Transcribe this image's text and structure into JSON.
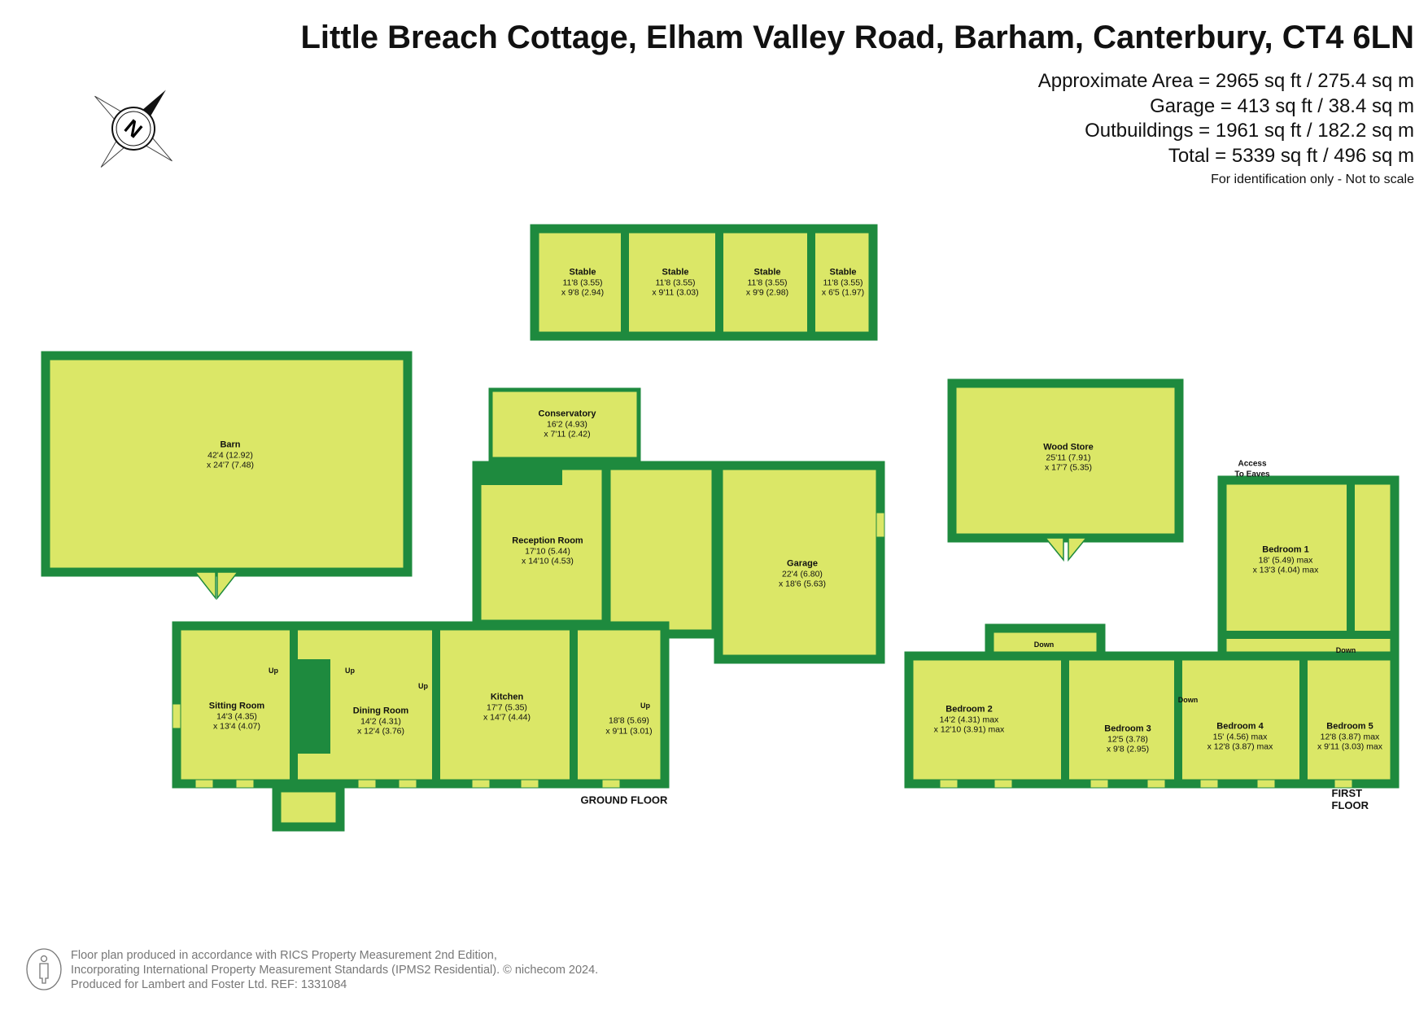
{
  "header": {
    "title": "Little Breach Cottage, Elham Valley Road, Barham, Canterbury, CT4 6LN",
    "areas": [
      "Approximate Area = 2965 sq ft / 275.4 sq m",
      "Garage = 413 sq ft / 38.4 sq m",
      "Outbuildings = 1961 sq ft / 182.2 sq m",
      "Total = 5339 sq ft / 496 sq m"
    ],
    "note": "For identification only - Not to scale"
  },
  "compass": {
    "icon": "north-compass-icon",
    "letter": "N"
  },
  "colors": {
    "wall": "#1e8a3e",
    "floor": "#dbe767"
  },
  "rooms": [
    {
      "name": "Barn",
      "dim1": "42'4 (12.92)",
      "dim2": "x 24'7 (7.48)"
    },
    {
      "name": "Stable",
      "dim1": "11'8 (3.55)",
      "dim2": "x 9'8 (2.94)"
    },
    {
      "name": "Stable",
      "dim1": "11'8 (3.55)",
      "dim2": "x 9'11 (3.03)"
    },
    {
      "name": "Stable",
      "dim1": "11'8 (3.55)",
      "dim2": "x 9'9 (2.98)"
    },
    {
      "name": "Stable",
      "dim1": "11'8 (3.55)",
      "dim2": "x 6'5 (1.97)"
    },
    {
      "name": "Conservatory",
      "dim1": "16'2 (4.93)",
      "dim2": "x 7'11 (2.42)"
    },
    {
      "name": "Reception Room",
      "dim1": "17'10 (5.44)",
      "dim2": "x 14'10 (4.53)"
    },
    {
      "name": "Garage",
      "dim1": "22'4 (6.80)",
      "dim2": "x 18'6 (5.63)"
    },
    {
      "name": "Sitting Room",
      "dim1": "14'3 (4.35)",
      "dim2": "x 13'4 (4.07)"
    },
    {
      "name": "Dining Room",
      "dim1": "14'2 (4.31)",
      "dim2": "x 12'4 (3.76)"
    },
    {
      "name": "Kitchen",
      "dim1": "17'7 (5.35)",
      "dim2": "x 14'7 (4.44)"
    },
    {
      "name": "",
      "dim1": "18'8 (5.69)",
      "dim2": "x 9'11 (3.01)"
    },
    {
      "name": "Wood Store",
      "dim1": "25'11 (7.91)",
      "dim2": "x 17'7 (5.35)"
    },
    {
      "name": "Bedroom 1",
      "dim1": "18' (5.49) max",
      "dim2": "x 13'3 (4.04) max"
    },
    {
      "name": "Bedroom 2",
      "dim1": "14'2 (4.31) max",
      "dim2": "x 12'10 (3.91) max"
    },
    {
      "name": "Bedroom 3",
      "dim1": "12'5 (3.78)",
      "dim2": "x 9'8 (2.95)"
    },
    {
      "name": "Bedroom 4",
      "dim1": "15' (4.56) max",
      "dim2": "x 12'8 (3.87) max"
    },
    {
      "name": "Bedroom 5",
      "dim1": "12'8 (3.87) max",
      "dim2": "x 9'11 (3.03) max"
    }
  ],
  "stairs": [
    "Up",
    "Up",
    "Up",
    "Up",
    "Down",
    "Down",
    "Down"
  ],
  "access_eaves": [
    "Access",
    "To Eaves"
  ],
  "floors": {
    "ground": "GROUND FLOOR",
    "first": "FIRST FLOOR"
  },
  "footer": {
    "lines": [
      "Floor plan produced in accordance with RICS Property Measurement 2nd Edition,",
      "Incorporating International Property Measurement Standards (IPMS2 Residential).   © nichecom 2024.",
      "Produced for Lambert and Foster Ltd.   REF: 1331084"
    ],
    "icon": "person-icon"
  }
}
